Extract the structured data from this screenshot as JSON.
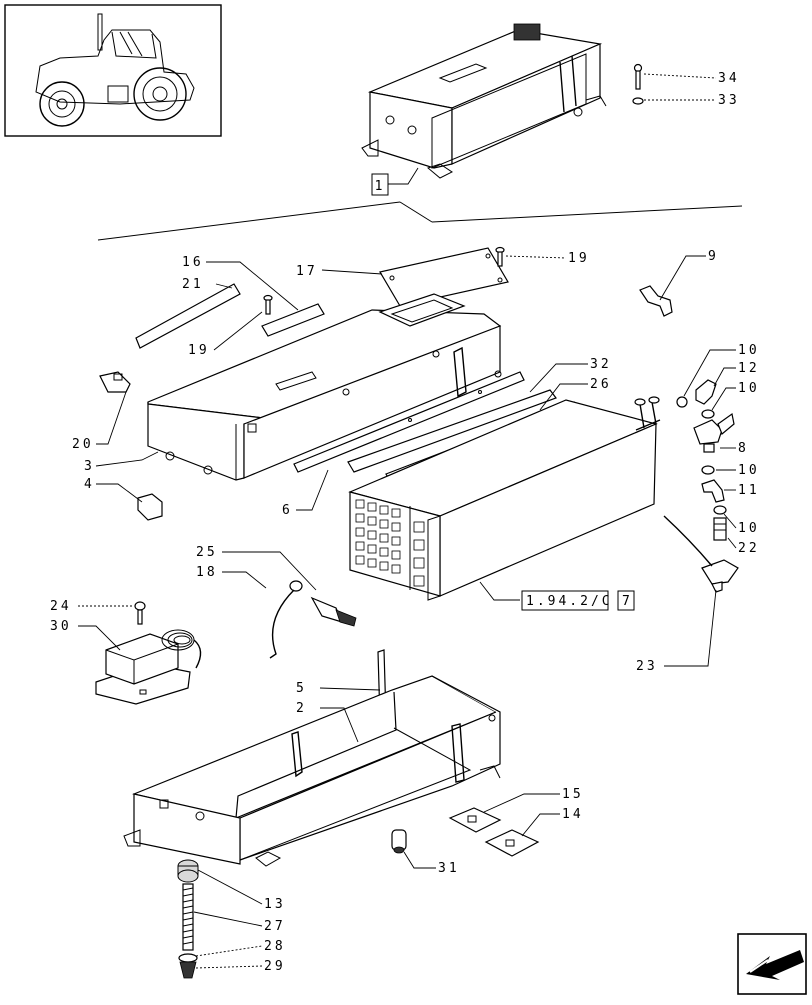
{
  "callouts": {
    "c1": "1",
    "c2": "2",
    "c3": "3",
    "c4": "4",
    "c5": "5",
    "c6": "6",
    "c8": "8",
    "c9": "9",
    "c10a": "10",
    "c10b": "10",
    "c10c": "10",
    "c10d": "10",
    "c11": "11",
    "c12": "12",
    "c13": "13",
    "c14": "14",
    "c15": "15",
    "c16": "16",
    "c17": "17",
    "c18": "18",
    "c19a": "19",
    "c19b": "19",
    "c20": "20",
    "c21": "21",
    "c22": "22",
    "c23": "23",
    "c24": "24",
    "c25": "25",
    "c26": "26",
    "c27": "27",
    "c28": "28",
    "c29": "29",
    "c30": "30",
    "c31": "31",
    "c32": "32",
    "c33": "33",
    "c34": "34"
  },
  "reference": {
    "code": "1.94.2/C",
    "sheet": "7"
  },
  "icons": {
    "thumbnail": "tractor-icon",
    "nav": "next-page-arrow-icon"
  }
}
